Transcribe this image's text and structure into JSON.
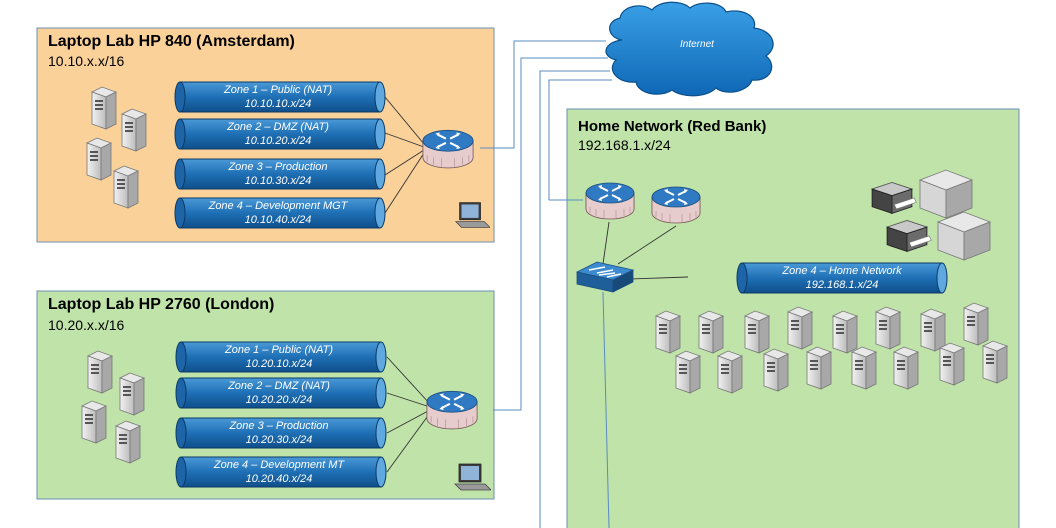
{
  "cloud": {
    "label": "Internet"
  },
  "amsterdam": {
    "title": "Laptop Lab HP 840 (Amsterdam)",
    "subnet": "10.10.x.x/16",
    "zones": [
      {
        "name": "Zone 1 – Public (NAT)",
        "subnet": "10.10.10.x/24"
      },
      {
        "name": "Zone 2 – DMZ (NAT)",
        "subnet": "10.10.20.x/24"
      },
      {
        "name": "Zone 3 – Production",
        "subnet": "10.10.30.x/24"
      },
      {
        "name": "Zone 4 – Development MGT",
        "subnet": "10.10.40.x/24"
      }
    ]
  },
  "london": {
    "title": "Laptop Lab HP 2760 (London)",
    "subnet": "10.20.x.x/16",
    "zones": [
      {
        "name": "Zone 1 – Public (NAT)",
        "subnet": "10.20.10.x/24"
      },
      {
        "name": "Zone 2 – DMZ (NAT)",
        "subnet": "10.20.20.x/24"
      },
      {
        "name": "Zone 3 – Production",
        "subnet": "10.20.30.x/24"
      },
      {
        "name": "Zone 4 – Development MT",
        "subnet": "10.20.40.x/24"
      }
    ]
  },
  "home": {
    "title": "Home Network (Red Bank)",
    "subnet": "192.168.1.x/24",
    "zone": {
      "name": "Zone 4 – Home Network",
      "subnet": "192.168.1.x/24"
    }
  },
  "colors": {
    "orange_fill": "#fbd19a",
    "green_fill": "#bfe3a9",
    "cylinder": "#1f6fb5",
    "line": "#5b8cc1"
  },
  "icons": [
    "server-icon",
    "router-icon",
    "switch-icon",
    "laptop-icon",
    "printer-icon",
    "cloud-icon"
  ]
}
